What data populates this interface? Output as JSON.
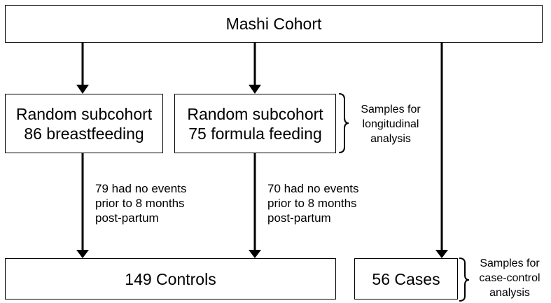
{
  "boxes": {
    "cohort": "Mashi Cohort",
    "breastfeeding": {
      "line1": "Random subcohort",
      "line2": "86 breastfeeding"
    },
    "formula": {
      "line1": "Random subcohort",
      "line2": "75 formula feeding"
    },
    "controls": "149 Controls",
    "cases": "56 Cases"
  },
  "notes": {
    "breastfeeding_exclusion": [
      "79 had no events",
      "prior to 8 months",
      "post-partum"
    ],
    "formula_exclusion": [
      "70 had no events",
      "prior to 8 months",
      "post-partum"
    ]
  },
  "brace_labels": {
    "longitudinal": [
      "Samples for",
      "longitudinal",
      "analysis"
    ],
    "case_control": [
      "Samples for",
      "case-control",
      "analysis"
    ]
  }
}
